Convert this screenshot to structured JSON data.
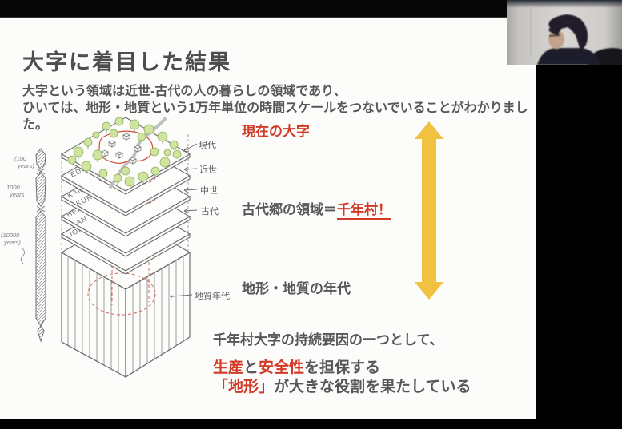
{
  "slide": {
    "title": "大字に着目した結果",
    "subtitle": [
      "大字という領域は近世-古代の人の暮らしの領域であり、",
      "ひいては、地形・地質という1万年単位の時間スケールをつないでいることがわかりました。"
    ],
    "annotations": {
      "current_oaza": "現在の大字",
      "ancient_prefix": "古代郷の領域＝",
      "ancient_highlight": "千年村！",
      "geo_age": "地形・地質の年代",
      "conclusion_intro": "千年村大字の持続要因の一つとして、",
      "conclusion": {
        "r1": "生産",
        "g1": "と",
        "r2": "安全性",
        "g2": "を担保する",
        "r3": "「地形」",
        "g3": "が大きな役割を果たしている"
      }
    },
    "diagram": {
      "era_labels": [
        "現代",
        "近世",
        "中世",
        "古代"
      ],
      "strata_labels": [
        "EDO",
        "KAMA",
        "KURA",
        "HEI",
        "AN",
        "JOMON"
      ],
      "geo_label": "地質年代",
      "timeline": [
        "(100",
        "years)",
        "1000",
        "years",
        "(10000",
        "years)"
      ]
    },
    "colors": {
      "accent_red": "#d23927",
      "accent_yellow": "#f0c23f",
      "text_gray": "#585656",
      "sketch_gray": "#6d6d6d"
    }
  }
}
